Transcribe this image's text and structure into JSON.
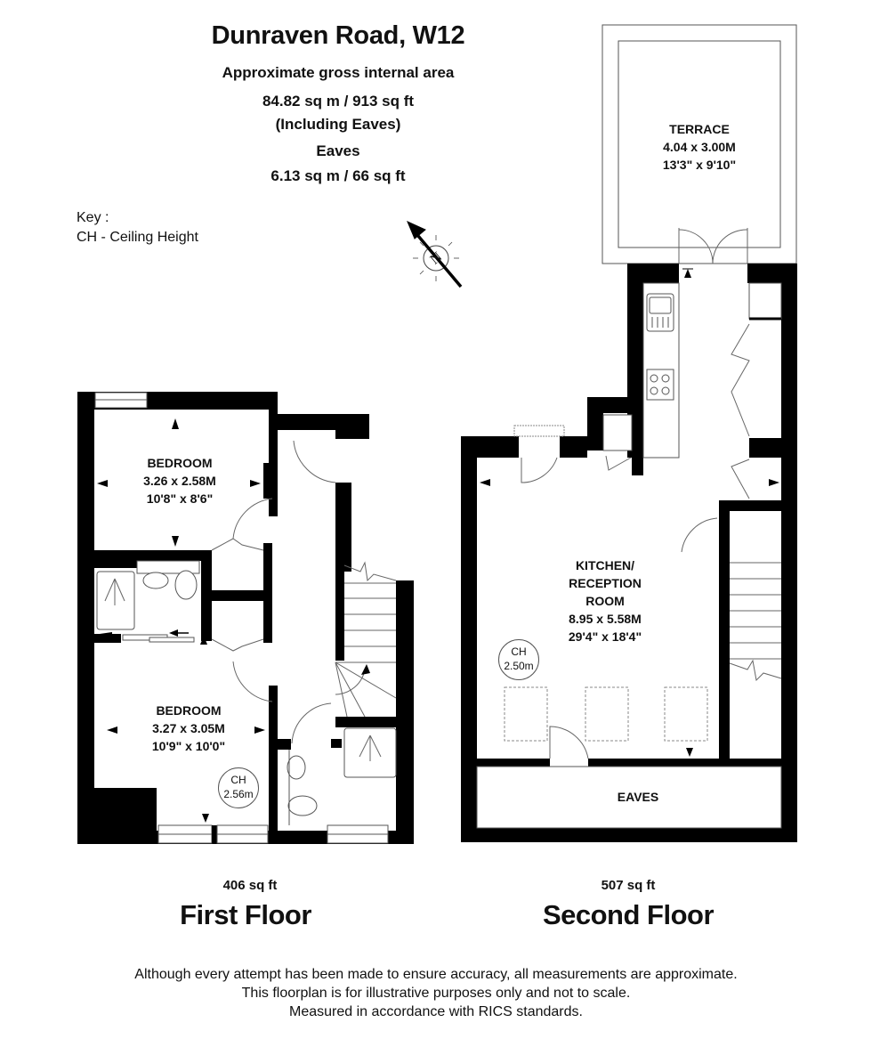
{
  "header": {
    "title": "Dunraven Road, W12",
    "area_label": "Approximate gross internal area",
    "total_area": "84.82 sq m / 913 sq ft",
    "total_area_note": "(Including Eaves)",
    "eaves_label": "Eaves",
    "eaves_area": "6.13 sq m / 66 sq ft"
  },
  "key": {
    "title": "Key :",
    "items": [
      "CH - Ceiling Height"
    ]
  },
  "compass": {
    "icon": "north-compass-icon",
    "letter": "N"
  },
  "floors": [
    {
      "name": "First Floor",
      "area": "406 sq ft",
      "rooms": [
        {
          "name": "BEDROOM",
          "metric": "3.26 x 2.58M",
          "imperial": "10'8\" x 8'6\""
        },
        {
          "name": "BEDROOM",
          "metric": "3.27 x 3.05M",
          "imperial": "10'9\" x 10'0\"",
          "ceiling": {
            "label": "CH",
            "value": "2.56m"
          }
        }
      ]
    },
    {
      "name": "Second Floor",
      "area": "507 sq ft",
      "rooms": [
        {
          "name": "TERRACE",
          "metric": "4.04 x 3.00M",
          "imperial": "13'3\" x 9'10\""
        },
        {
          "name_line1": "KITCHEN/",
          "name_line2": "RECEPTION",
          "name_line3": "ROOM",
          "metric": "8.95 x 5.58M",
          "imperial": "29'4\" x 18'4\"",
          "ceiling": {
            "label": "CH",
            "value": "2.50m"
          }
        },
        {
          "name": "EAVES"
        }
      ]
    }
  ],
  "disclaimer": {
    "line1": "Although every attempt has been made to ensure accuracy, all measurements are approximate.",
    "line2": "This floorplan is for illustrative purposes only and not to scale.",
    "line3": "Measured in accordance with RICS standards."
  },
  "colors": {
    "wall": "#000000",
    "line": "#555555",
    "background": "#ffffff"
  }
}
